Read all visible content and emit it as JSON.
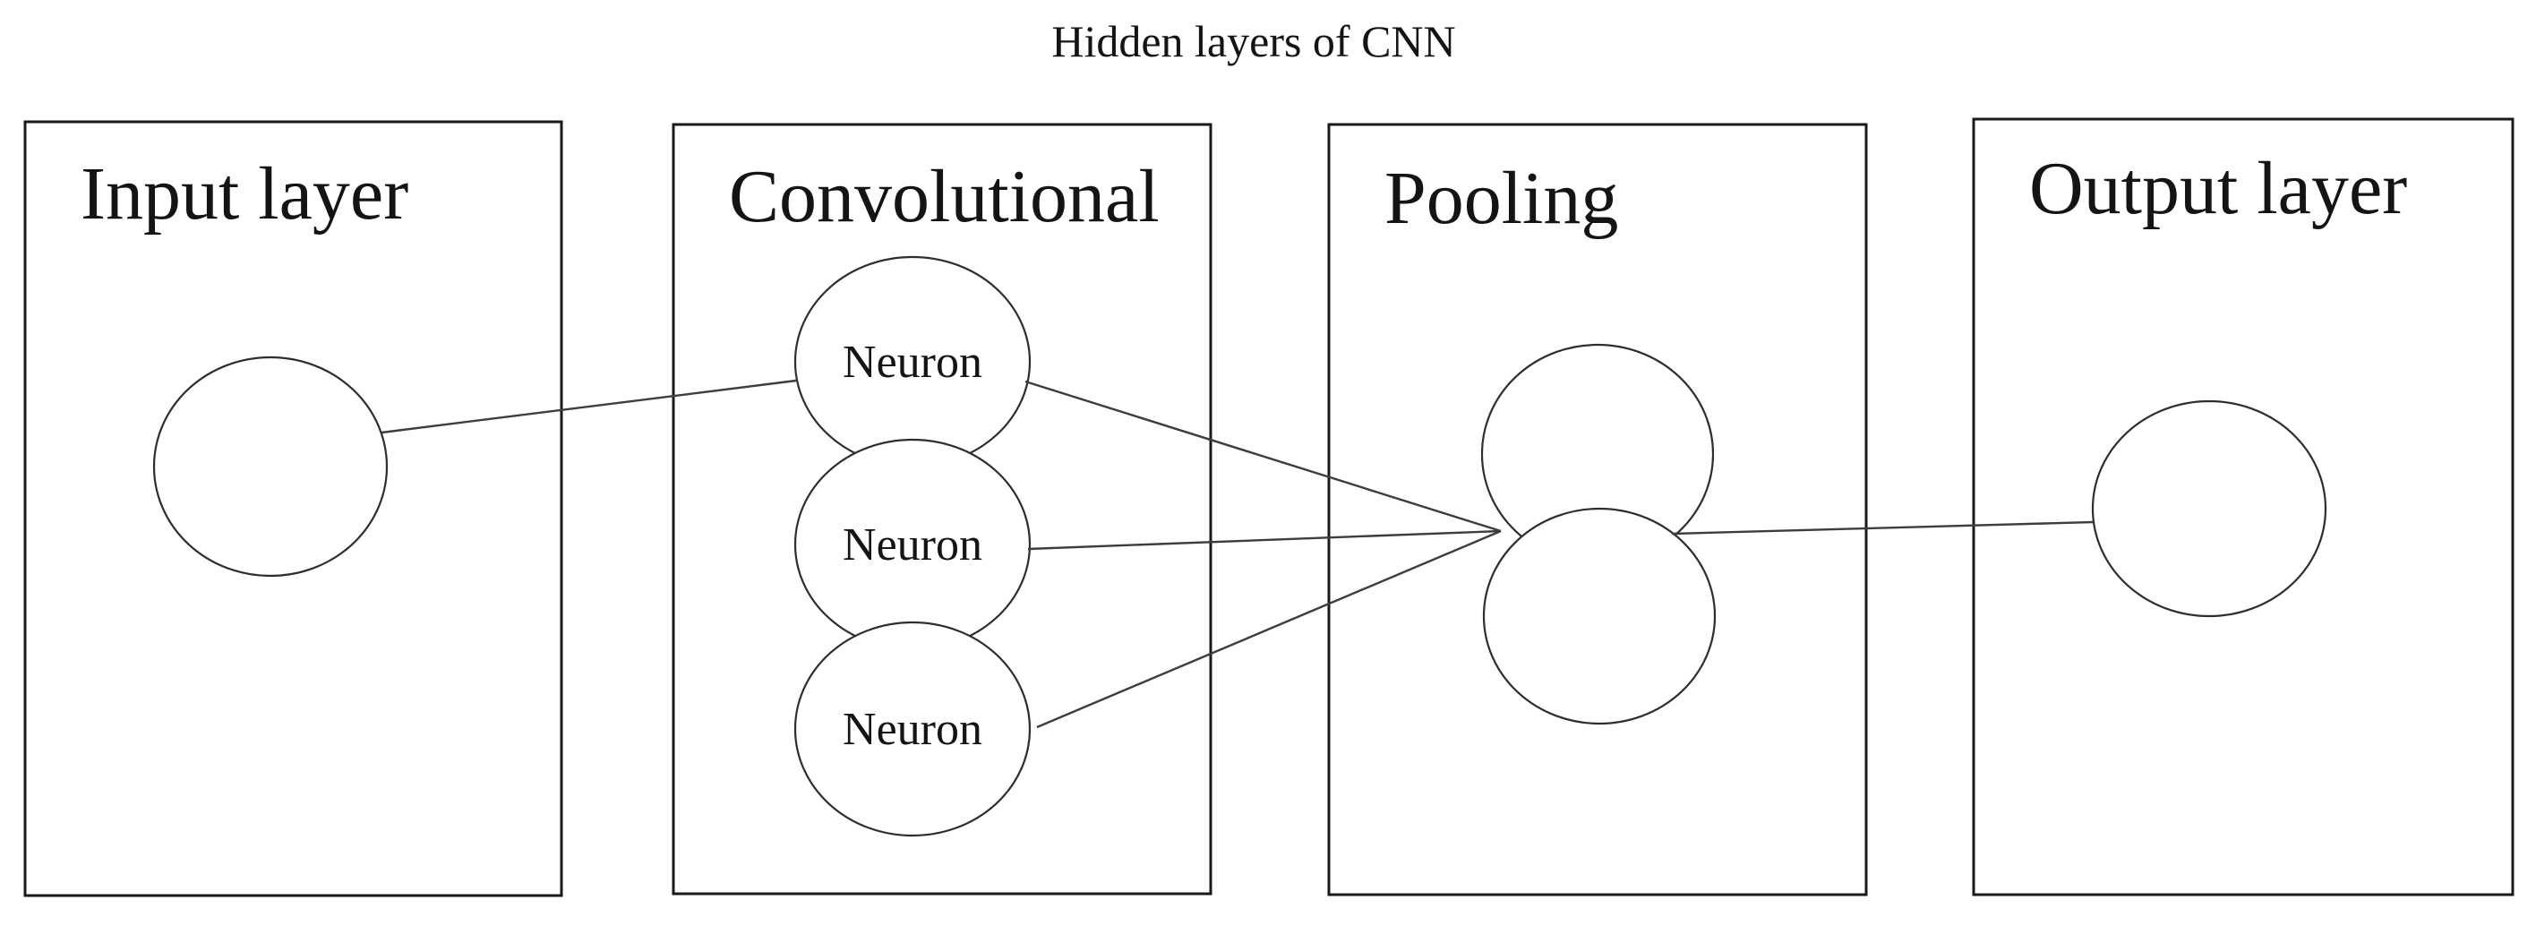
{
  "title": "Hidden layers of CNN",
  "colors": {
    "background": "#ffffff",
    "ink": "#141414",
    "box_stroke": "#1a1a1a",
    "circle_stroke": "#2e2e2e",
    "line_stroke": "#3d3d3d"
  },
  "layers": {
    "input": {
      "label": "Input layer",
      "neuron_count": 1
    },
    "conv": {
      "label": "Convolutional",
      "neuron_count": 3
    },
    "pool": {
      "label": "Pooling",
      "neuron_count": 2
    },
    "output": {
      "label": "Output layer",
      "neuron_count": 1
    }
  },
  "neurons": {
    "n1": {
      "label": "Neuron"
    },
    "n2": {
      "label": "Neuron"
    },
    "n3": {
      "label": "Neuron"
    }
  },
  "connections": [
    {
      "from": "input-layer-neuron",
      "to": "convolutional-neuron-1"
    },
    {
      "from": "convolutional-neuron-1",
      "to": "pooling-nodes"
    },
    {
      "from": "convolutional-neuron-2",
      "to": "pooling-nodes"
    },
    {
      "from": "convolutional-neuron-3",
      "to": "pooling-nodes"
    },
    {
      "from": "pooling-nodes",
      "to": "output-layer-neuron"
    }
  ]
}
